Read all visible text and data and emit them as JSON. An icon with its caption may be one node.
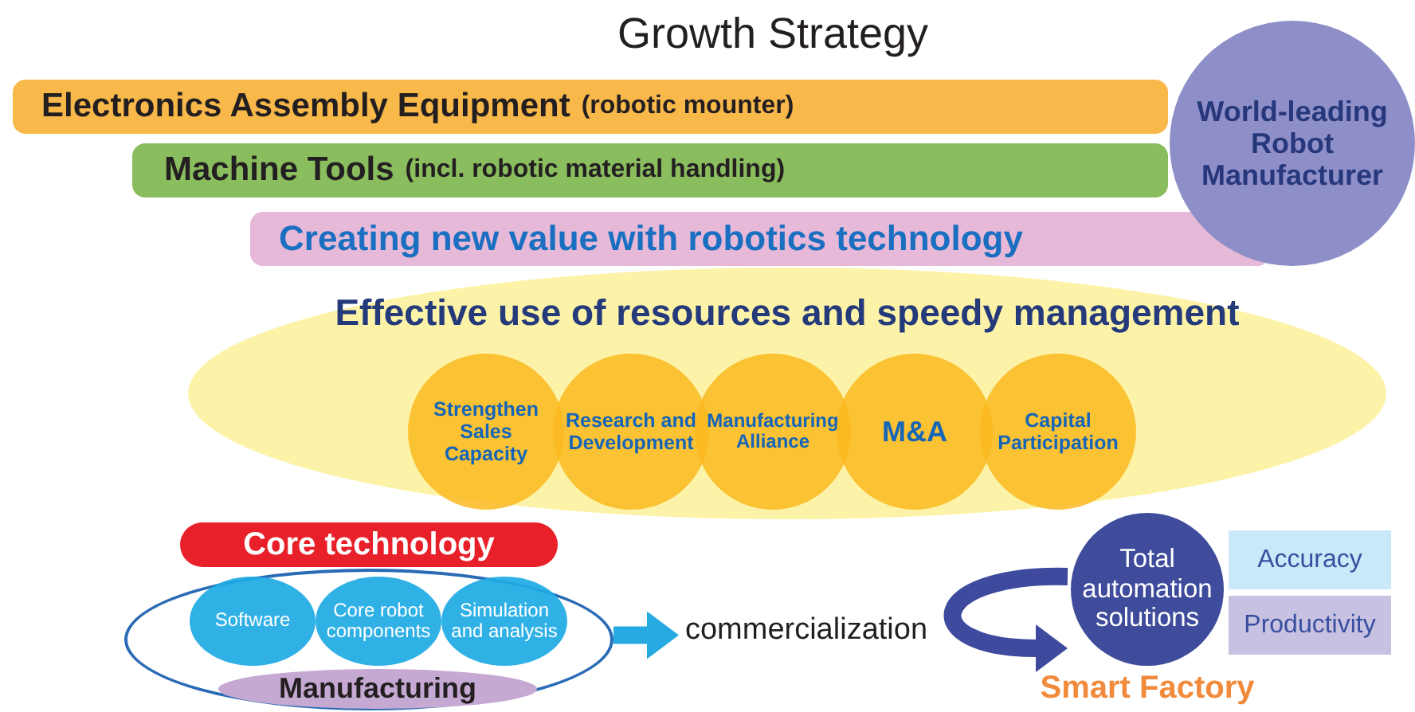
{
  "diagram": {
    "title": "Growth Strategy",
    "nodes": [
      {
        "text": [
          "Electronics Assembly Equipment",
          "(robotic mounter)"
        ]
      },
      {
        "text": [
          "Machine Tools",
          "(incl. robotic material handling)"
        ]
      },
      {
        "text": [
          "Creating new value with robotics technology"
        ]
      },
      {
        "text": [
          "World-leading Robot Manufacturer"
        ]
      },
      {
        "text": [
          "Effective use of resources and speedy management"
        ]
      },
      {
        "text": [
          "Strengthen Sales Capacity"
        ],
        "in": 4
      },
      {
        "text": [
          "Research and Development"
        ],
        "in": 4
      },
      {
        "text": [
          "Manufacturing Alliance"
        ],
        "in": 4
      },
      {
        "text": [
          "M&A"
        ],
        "in": 4
      },
      {
        "text": [
          "Capital Participation"
        ],
        "in": 4
      },
      {
        "text": [],
        "shape": "ellipse"
      },
      {
        "text": [
          "Core technology"
        ]
      },
      {
        "text": [
          "Software"
        ],
        "in": 10
      },
      {
        "text": [
          "Core robot components"
        ],
        "in": 10
      },
      {
        "text": [
          "Simulation and analysis"
        ],
        "in": 10
      },
      {
        "text": [
          "Manufacturing"
        ],
        "in": 10
      },
      {
        "text": [
          "commercialization"
        ]
      },
      {
        "text": [
          "Total automation solutions"
        ],
        "beside": [
          "Smart Factory"
        ]
      },
      {
        "text": [
          "Accuracy"
        ]
      },
      {
        "text": [
          "Productivity"
        ]
      }
    ],
    "edges": [
      {
        "from": 10,
        "to": 16,
        "arrow": "to"
      },
      {
        "from": 17,
        "to": 17,
        "arrow": "to",
        "color": "#3d4a9e"
      }
    ]
  }
}
